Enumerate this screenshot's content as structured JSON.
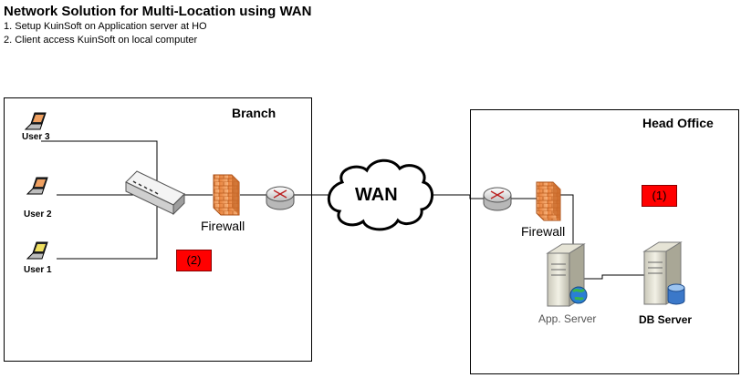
{
  "title": "Network Solution for Multi-Location using WAN",
  "steps": [
    "1. Setup KuinSoft on Application server at HO",
    "2. Client access KuinSoft on local computer"
  ],
  "branch": {
    "label": "Branch",
    "users": [
      "User 3",
      "User 2",
      "User 1"
    ],
    "firewall_label": "Firewall",
    "marker": "(2)"
  },
  "wan": {
    "label": "WAN"
  },
  "head_office": {
    "label": "Head Office",
    "firewall_label": "Firewall",
    "marker": "(1)",
    "app_server_label": "App. Server",
    "db_server_label": "DB Server"
  }
}
